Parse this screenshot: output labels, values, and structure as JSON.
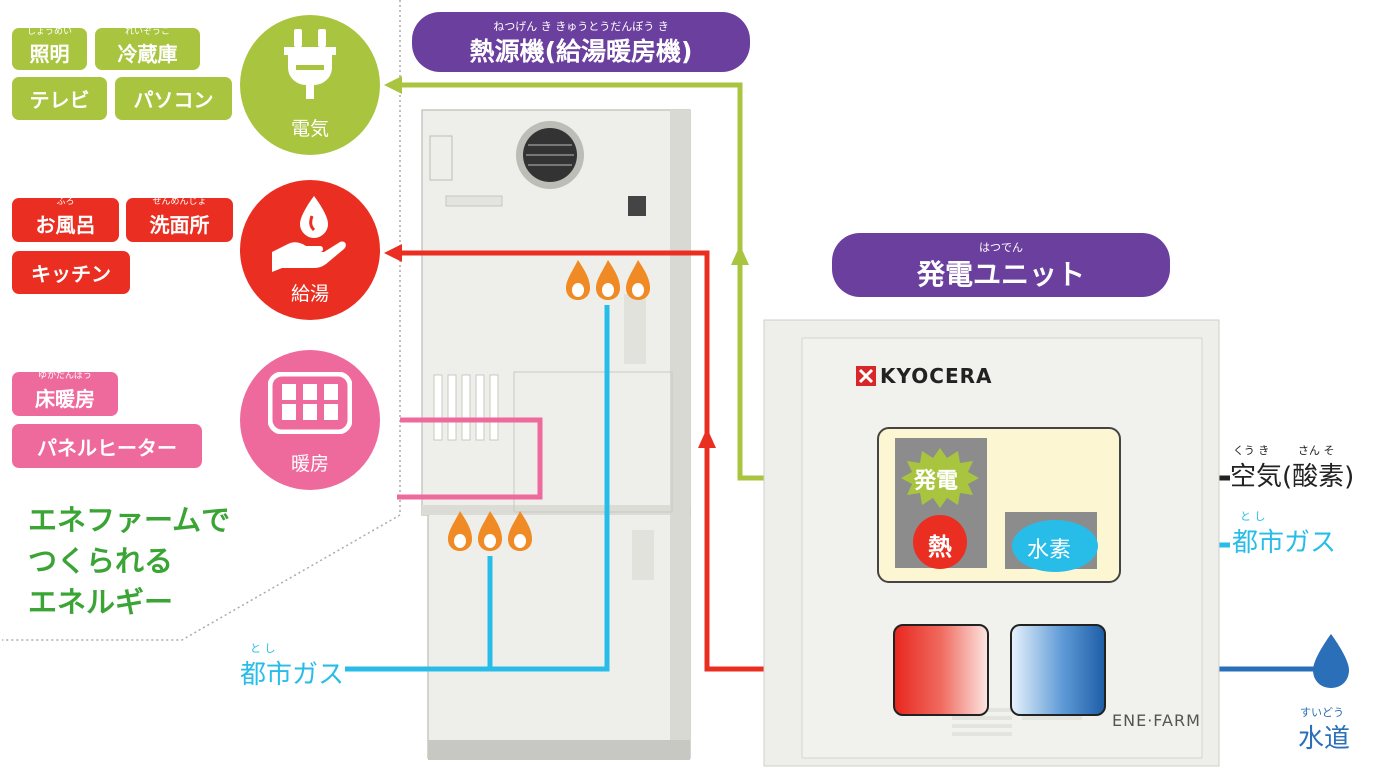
{
  "left_panel": {
    "electric_chips": [
      {
        "label": "照明",
        "ruby": "しょうめい"
      },
      {
        "label": "冷蔵庫",
        "ruby": "れいぞうこ"
      },
      {
        "label": "テレビ",
        "ruby": ""
      },
      {
        "label": "パソコン",
        "ruby": ""
      }
    ],
    "hotwater_chips": [
      {
        "label": "お風呂",
        "ruby": "ふろ"
      },
      {
        "label": "洗面所",
        "ruby": "せんめんじょ"
      },
      {
        "label": "キッチン",
        "ruby": ""
      }
    ],
    "heating_chips": [
      {
        "label": "床暖房",
        "ruby": "ゆかだんぼう"
      },
      {
        "label": "パネルヒーター",
        "ruby": ""
      }
    ],
    "caption_lines": [
      "エネファームで",
      "つくられる",
      "エネルギー"
    ]
  },
  "circles": {
    "electric": {
      "label": "電気",
      "icon": "plug-icon",
      "color": "#a9c540"
    },
    "hotwater": {
      "label": "給湯",
      "icon": "water-drop-hand-icon",
      "color": "#ea2f22"
    },
    "heating": {
      "label": "暖房",
      "icon": "floor-heater-icon",
      "color": "#ef6a9c"
    }
  },
  "heat_source": {
    "title": "熱源機(給湯暖房機)",
    "ruby": "ねつげん き きゅうとうだんぼう き"
  },
  "power_unit": {
    "title": "発電ユニット",
    "ruby": "はつでん",
    "brand": "KYOCERA",
    "product_logo": "ENE·FARM",
    "cell_power": "発電",
    "cell_heat": "熱",
    "cell_hydrogen": "水素"
  },
  "right_labels": {
    "air": "空気(酸素)",
    "air_ruby_1": "くう き",
    "air_ruby_2": "さん そ",
    "gas": "都市ガス",
    "gas_ruby": "と し",
    "water": "水道",
    "water_ruby": "すいどう"
  },
  "bottom_gas": {
    "label": "都市ガス",
    "ruby": "と し"
  },
  "colors": {
    "green": "#a9c540",
    "red": "#ea2f22",
    "pink": "#ef6a9c",
    "blue": "#28bde9",
    "dark_blue": "#2a6fb8",
    "purple": "#6b3f9e",
    "caption_green": "#3aa535"
  }
}
